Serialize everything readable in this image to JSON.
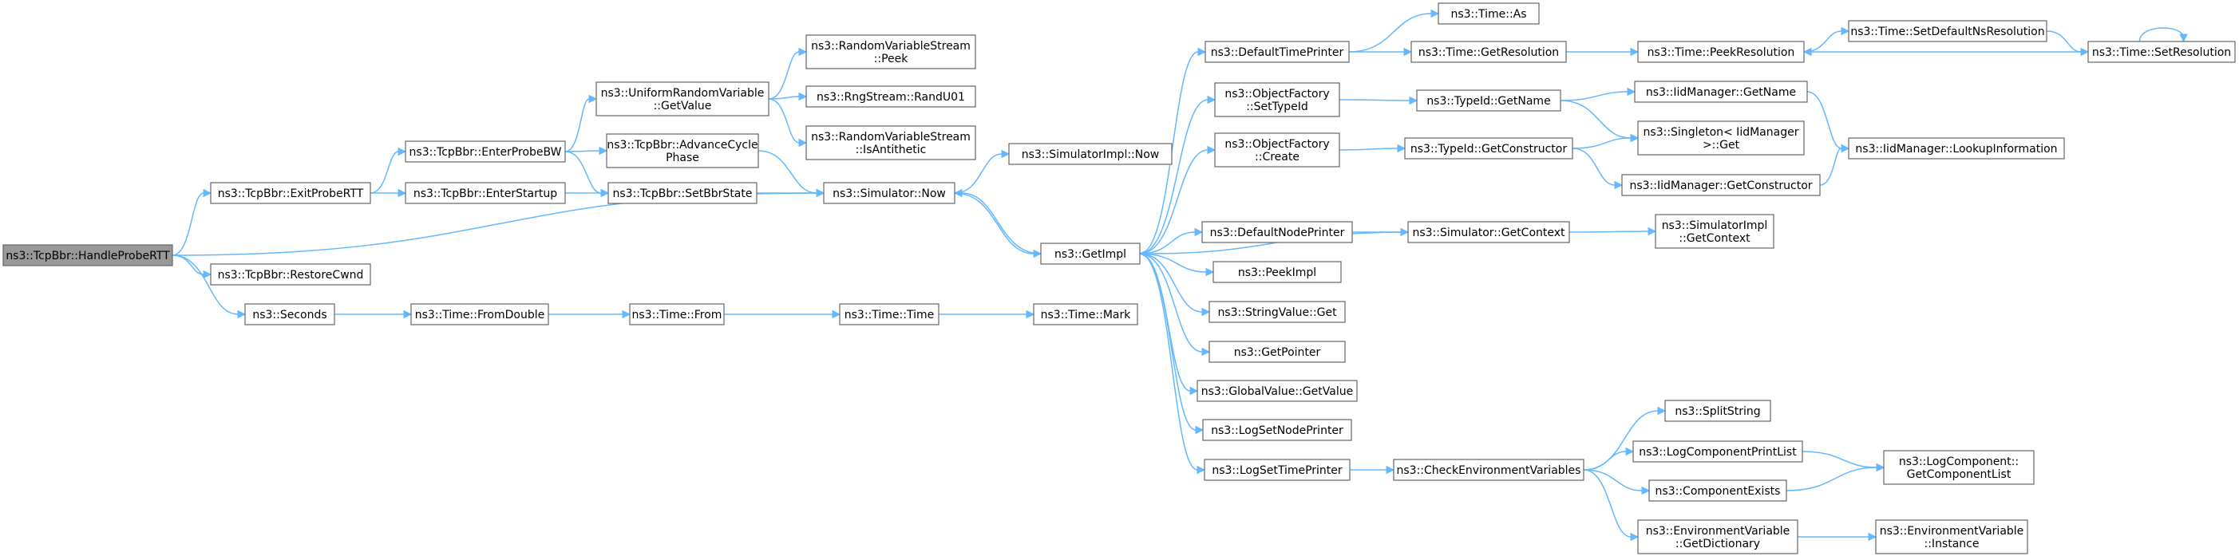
{
  "title": "",
  "nodes": [
    {
      "id": "handle_probe_rtt",
      "lines": [
        "ns3::TcpBbr::HandleProbeRTT"
      ],
      "root": true
    },
    {
      "id": "exit_probe_rtt",
      "lines": [
        "ns3::TcpBbr::ExitProbeRTT"
      ]
    },
    {
      "id": "restore_cwnd",
      "lines": [
        "ns3::TcpBbr::RestoreCwnd"
      ]
    },
    {
      "id": "seconds",
      "lines": [
        "ns3::Seconds"
      ]
    },
    {
      "id": "enter_probe_bw",
      "lines": [
        "ns3::TcpBbr::EnterProbeBW"
      ]
    },
    {
      "id": "enter_startup",
      "lines": [
        "ns3::TcpBbr::EnterStartup"
      ]
    },
    {
      "id": "time_from_double",
      "lines": [
        "ns3::Time::FromDouble"
      ]
    },
    {
      "id": "urv_get_value",
      "lines": [
        "ns3::UniformRandomVariable",
        "::GetValue"
      ]
    },
    {
      "id": "advance_cycle_phase",
      "lines": [
        "ns3::TcpBbr::AdvanceCycle",
        "Phase"
      ]
    },
    {
      "id": "set_bbr_state",
      "lines": [
        "ns3::TcpBbr::SetBbrState"
      ]
    },
    {
      "id": "time_from",
      "lines": [
        "ns3::Time::From"
      ]
    },
    {
      "id": "rvs_peek",
      "lines": [
        "ns3::RandomVariableStream",
        "::Peek"
      ]
    },
    {
      "id": "rng_rand_u01",
      "lines": [
        "ns3::RngStream::RandU01"
      ]
    },
    {
      "id": "rvs_is_antithetic",
      "lines": [
        "ns3::RandomVariableStream",
        "::IsAntithetic"
      ]
    },
    {
      "id": "simulator_now",
      "lines": [
        "ns3::Simulator::Now"
      ]
    },
    {
      "id": "time_time",
      "lines": [
        "ns3::Time::Time"
      ]
    },
    {
      "id": "simimpl_now",
      "lines": [
        "ns3::SimulatorImpl::Now"
      ]
    },
    {
      "id": "get_impl",
      "lines": [
        "ns3::GetImpl"
      ]
    },
    {
      "id": "time_mark",
      "lines": [
        "ns3::Time::Mark"
      ]
    },
    {
      "id": "default_time_printer",
      "lines": [
        "ns3::DefaultTimePrinter"
      ]
    },
    {
      "id": "of_set_type_id",
      "lines": [
        "ns3::ObjectFactory",
        "::SetTypeId"
      ]
    },
    {
      "id": "of_create",
      "lines": [
        "ns3::ObjectFactory",
        "::Create"
      ]
    },
    {
      "id": "default_node_printer",
      "lines": [
        "ns3::DefaultNodePrinter"
      ]
    },
    {
      "id": "peek_impl",
      "lines": [
        "ns3::PeekImpl"
      ]
    },
    {
      "id": "string_value_get",
      "lines": [
        "ns3::StringValue::Get"
      ]
    },
    {
      "id": "get_pointer",
      "lines": [
        "ns3::GetPointer"
      ]
    },
    {
      "id": "global_value_get_value",
      "lines": [
        "ns3::GlobalValue::GetValue"
      ]
    },
    {
      "id": "log_set_node_printer",
      "lines": [
        "ns3::LogSetNodePrinter"
      ]
    },
    {
      "id": "log_set_time_printer",
      "lines": [
        "ns3::LogSetTimePrinter"
      ]
    },
    {
      "id": "time_as",
      "lines": [
        "ns3::Time::As"
      ]
    },
    {
      "id": "time_get_resolution",
      "lines": [
        "ns3::Time::GetResolution"
      ]
    },
    {
      "id": "typeid_get_name",
      "lines": [
        "ns3::TypeId::GetName"
      ]
    },
    {
      "id": "typeid_get_constructor",
      "lines": [
        "ns3::TypeId::GetConstructor"
      ]
    },
    {
      "id": "simulator_get_context",
      "lines": [
        "ns3::Simulator::GetContext"
      ]
    },
    {
      "id": "check_env_vars",
      "lines": [
        "ns3::CheckEnvironmentVariables"
      ]
    },
    {
      "id": "time_peek_resolution",
      "lines": [
        "ns3::Time::PeekResolution"
      ]
    },
    {
      "id": "iid_get_name",
      "lines": [
        "ns3::IidManager::GetName"
      ]
    },
    {
      "id": "singleton_get",
      "lines": [
        "ns3::Singleton< IidManager",
        " >::Get"
      ]
    },
    {
      "id": "iid_get_constructor",
      "lines": [
        "ns3::IidManager::GetConstructor"
      ]
    },
    {
      "id": "simimpl_get_context",
      "lines": [
        "ns3::SimulatorImpl",
        "::GetContext"
      ]
    },
    {
      "id": "split_string",
      "lines": [
        "ns3::SplitString"
      ]
    },
    {
      "id": "log_component_print_list",
      "lines": [
        "ns3::LogComponentPrintList"
      ]
    },
    {
      "id": "component_exists",
      "lines": [
        "ns3::ComponentExists"
      ]
    },
    {
      "id": "env_var_get_dictionary",
      "lines": [
        "ns3::EnvironmentVariable",
        "::GetDictionary"
      ]
    },
    {
      "id": "time_set_default_ns_resolution",
      "lines": [
        "ns3::Time::SetDefaultNsResolution"
      ]
    },
    {
      "id": "time_set_resolution",
      "lines": [
        "ns3::Time::SetResolution"
      ]
    },
    {
      "id": "iid_lookup_information",
      "lines": [
        "ns3::IidManager::LookupInformation"
      ]
    },
    {
      "id": "log_component_get_component_list",
      "lines": [
        "ns3::LogComponent::",
        "GetComponentList"
      ]
    },
    {
      "id": "env_var_instance",
      "lines": [
        "ns3::EnvironmentVariable",
        "::Instance"
      ]
    }
  ],
  "edges": [
    [
      "handle_probe_rtt",
      "exit_probe_rtt"
    ],
    [
      "handle_probe_rtt",
      "simulator_now"
    ],
    [
      "handle_probe_rtt",
      "restore_cwnd"
    ],
    [
      "handle_probe_rtt",
      "seconds"
    ],
    [
      "exit_probe_rtt",
      "enter_probe_bw"
    ],
    [
      "exit_probe_rtt",
      "enter_startup"
    ],
    [
      "enter_probe_bw",
      "urv_get_value"
    ],
    [
      "enter_probe_bw",
      "advance_cycle_phase"
    ],
    [
      "enter_probe_bw",
      "set_bbr_state"
    ],
    [
      "enter_startup",
      "set_bbr_state"
    ],
    [
      "urv_get_value",
      "rvs_peek"
    ],
    [
      "urv_get_value",
      "rng_rand_u01"
    ],
    [
      "urv_get_value",
      "rvs_is_antithetic"
    ],
    [
      "advance_cycle_phase",
      "simulator_now"
    ],
    [
      "set_bbr_state",
      "simulator_now"
    ],
    [
      "seconds",
      "time_from_double"
    ],
    [
      "time_from_double",
      "time_from"
    ],
    [
      "time_from",
      "time_time"
    ],
    [
      "time_time",
      "time_mark"
    ],
    [
      "simulator_now",
      "simimpl_now"
    ],
    [
      "simulator_now",
      "get_impl"
    ],
    [
      "get_impl",
      "simulator_now"
    ],
    [
      "get_impl",
      "default_time_printer"
    ],
    [
      "get_impl",
      "of_set_type_id"
    ],
    [
      "get_impl",
      "of_create"
    ],
    [
      "get_impl",
      "default_node_printer"
    ],
    [
      "get_impl",
      "peek_impl"
    ],
    [
      "get_impl",
      "string_value_get"
    ],
    [
      "get_impl",
      "get_pointer"
    ],
    [
      "get_impl",
      "global_value_get_value"
    ],
    [
      "get_impl",
      "log_set_node_printer"
    ],
    [
      "get_impl",
      "log_set_time_printer"
    ],
    [
      "simulator_get_context",
      "get_impl"
    ],
    [
      "default_time_printer",
      "time_as"
    ],
    [
      "default_time_printer",
      "time_get_resolution"
    ],
    [
      "time_get_resolution",
      "time_peek_resolution"
    ],
    [
      "time_peek_resolution",
      "time_set_default_ns_resolution"
    ],
    [
      "time_set_default_ns_resolution",
      "time_set_resolution"
    ],
    [
      "time_set_resolution",
      "time_peek_resolution"
    ],
    [
      "time_set_resolution",
      "time_set_resolution"
    ],
    [
      "of_set_type_id",
      "typeid_get_name"
    ],
    [
      "typeid_get_name",
      "iid_get_name"
    ],
    [
      "typeid_get_name",
      "singleton_get"
    ],
    [
      "of_create",
      "typeid_get_constructor"
    ],
    [
      "typeid_get_constructor",
      "singleton_get"
    ],
    [
      "typeid_get_constructor",
      "iid_get_constructor"
    ],
    [
      "iid_get_name",
      "iid_lookup_information"
    ],
    [
      "iid_get_constructor",
      "iid_lookup_information"
    ],
    [
      "default_node_printer",
      "simulator_get_context"
    ],
    [
      "simulator_get_context",
      "simimpl_get_context"
    ],
    [
      "log_set_time_printer",
      "check_env_vars"
    ],
    [
      "check_env_vars",
      "split_string"
    ],
    [
      "check_env_vars",
      "log_component_print_list"
    ],
    [
      "check_env_vars",
      "component_exists"
    ],
    [
      "check_env_vars",
      "env_var_get_dictionary"
    ],
    [
      "log_component_print_list",
      "log_component_get_component_list"
    ],
    [
      "component_exists",
      "log_component_get_component_list"
    ],
    [
      "env_var_get_dictionary",
      "env_var_instance"
    ]
  ]
}
